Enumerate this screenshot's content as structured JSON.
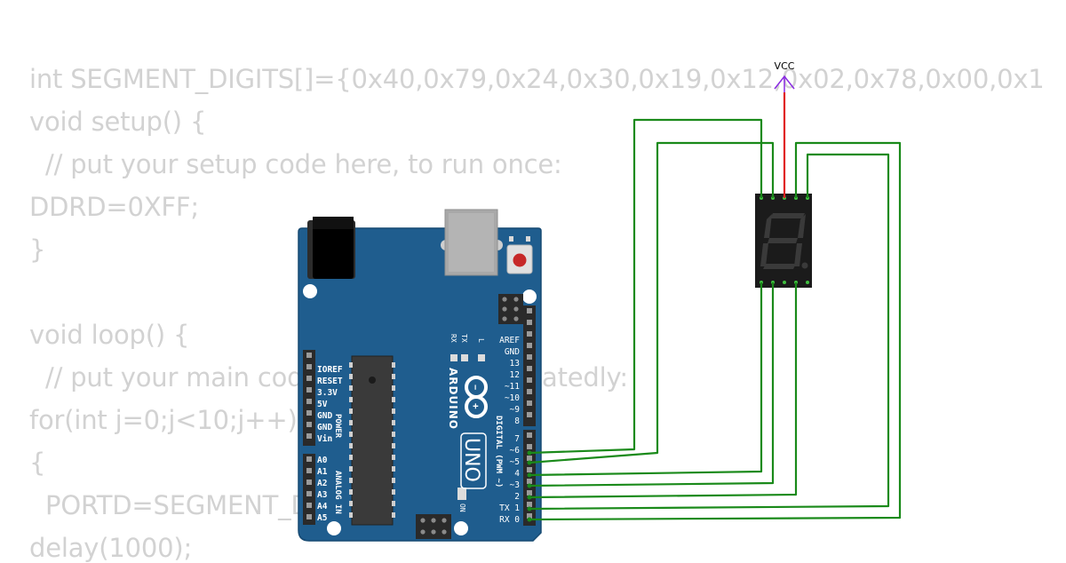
{
  "code": {
    "lines": [
      "int SEGMENT_DIGITS[]={0x40,0x79,0x24,0x30,0x19,0x12,0x02,0x78,0x00,0x1",
      "void setup() {",
      "  // put your setup code here, to run once:",
      "DDRD=0XFF;",
      "}",
      "",
      "void loop() {",
      "  // put your main code here, to run repeatedly:",
      "for(int j=0;j<10;j++)",
      "{",
      "  PORTD=SEGMENT_DIGITS[j];",
      "delay(1000);"
    ]
  },
  "board": {
    "brand": "ARDUINO",
    "model": "UNO",
    "logo_plus": "+",
    "logo_minus": "−",
    "power_header_label": "POWER",
    "analog_header_label": "ANALOG IN",
    "digital_header_label": "DIGITAL (PWM ~)",
    "power_pins": [
      "IOREF",
      "RESET",
      "3.3V",
      "5V",
      "GND",
      "GND",
      "Vin"
    ],
    "analog_pins": [
      "A0",
      "A1",
      "A2",
      "A3",
      "A4",
      "A5"
    ],
    "top_pins": [
      "AREF",
      "GND",
      "13",
      "12",
      "~11",
      "~10",
      "~9",
      "8"
    ],
    "digital_pins": [
      "7",
      "~6",
      "~5",
      "4",
      "~3",
      "2",
      "TX 1",
      "RX 0"
    ],
    "led_labels": [
      "RX",
      "TX",
      "L"
    ],
    "on_label": "ON"
  },
  "vcc": {
    "label": "VCC"
  },
  "colors": {
    "board": "#1f5d8e",
    "board_dark": "#174a72",
    "wire_signal": "#1a8a1a",
    "wire_vcc": "#e02020",
    "vcc_arrow": "#8a2be2",
    "segment_off": "#3a3a3a",
    "code_text": "#d2d2d2"
  }
}
